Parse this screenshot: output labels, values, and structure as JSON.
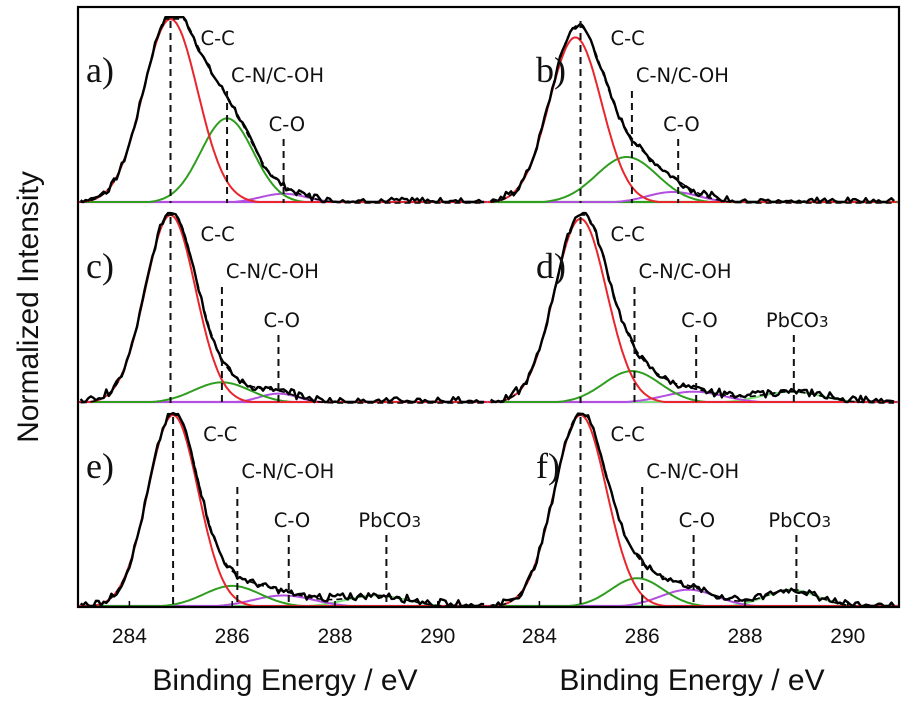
{
  "figure": {
    "y_axis_title": "Normalized Intensity",
    "x_axis_title": "Binding Energy / eV",
    "colors": {
      "raw": "#000000",
      "C-C": "#e8262b",
      "C-N/C-OH": "#2f9e1f",
      "C-O": "#b34fe0",
      "PbCO3": "#7ee07a",
      "baseline": "#b34fe0",
      "frame": "#000000"
    }
  },
  "chart_data": [
    {
      "panel": "a)",
      "type": "line",
      "xlabel": "Binding Energy / eV",
      "ylabel": "Normalized Intensity",
      "xlim": [
        283,
        291
      ],
      "xticks": [
        284,
        286,
        288,
        290
      ],
      "grid": false,
      "peaks": [
        {
          "name": "C-C",
          "center": 284.8,
          "height": 1.0,
          "fwhm": 1.25
        },
        {
          "name": "C-N/C-OH",
          "center": 285.9,
          "height": 0.46,
          "fwhm": 1.2
        },
        {
          "name": "C-O",
          "center": 287.0,
          "height": 0.05,
          "fwhm": 1.1
        }
      ],
      "markers": [
        {
          "label": "C-C",
          "x": 284.8
        },
        {
          "label": "C-N/C-OH",
          "x": 285.9
        },
        {
          "label": "C-O",
          "x": 287.0
        }
      ]
    },
    {
      "panel": "b)",
      "type": "line",
      "xlabel": "Binding Energy / eV",
      "ylabel": "Normalized Intensity",
      "xlim": [
        283,
        291
      ],
      "xticks": [
        284,
        286,
        288,
        290
      ],
      "grid": false,
      "peaks": [
        {
          "name": "C-C",
          "center": 284.7,
          "height": 0.9,
          "fwhm": 1.2
        },
        {
          "name": "C-N/C-OH",
          "center": 285.7,
          "height": 0.25,
          "fwhm": 1.4
        },
        {
          "name": "C-O",
          "center": 286.6,
          "height": 0.06,
          "fwhm": 1.2
        }
      ],
      "markers": [
        {
          "label": "C-C",
          "x": 284.8
        },
        {
          "label": "C-N/C-OH",
          "x": 285.8
        },
        {
          "label": "C-O",
          "x": 286.7
        }
      ]
    },
    {
      "panel": "c)",
      "type": "line",
      "xlabel": "Binding Energy / eV",
      "ylabel": "Normalized Intensity",
      "xlim": [
        283,
        291
      ],
      "xticks": [
        284,
        286,
        288,
        290
      ],
      "grid": false,
      "peaks": [
        {
          "name": "C-C",
          "center": 284.8,
          "height": 1.0,
          "fwhm": 1.15
        },
        {
          "name": "C-N/C-OH",
          "center": 285.8,
          "height": 0.11,
          "fwhm": 1.3
        },
        {
          "name": "C-O",
          "center": 286.9,
          "height": 0.05,
          "fwhm": 0.9
        }
      ],
      "markers": [
        {
          "label": "C-C",
          "x": 284.8
        },
        {
          "label": "C-N/C-OH",
          "x": 285.8
        },
        {
          "label": "C-O",
          "x": 286.9
        }
      ]
    },
    {
      "panel": "d)",
      "type": "line",
      "xlabel": "Binding Energy / eV",
      "ylabel": "Normalized Intensity",
      "xlim": [
        283,
        291
      ],
      "xticks": [
        284,
        286,
        288,
        290
      ],
      "grid": false,
      "peaks": [
        {
          "name": "C-C",
          "center": 284.8,
          "height": 0.98,
          "fwhm": 1.2
        },
        {
          "name": "C-N/C-OH",
          "center": 285.8,
          "height": 0.17,
          "fwhm": 1.3
        },
        {
          "name": "C-O",
          "center": 287.0,
          "height": 0.06,
          "fwhm": 1.4
        },
        {
          "name": "PbCO3",
          "center": 288.9,
          "height": 0.06,
          "fwhm": 1.4
        }
      ],
      "markers": [
        {
          "label": "C-C",
          "x": 284.8
        },
        {
          "label": "C-N/C-OH",
          "x": 285.85
        },
        {
          "label": "C-O",
          "x": 287.05
        },
        {
          "label": "PbCO3",
          "x": 288.95
        }
      ]
    },
    {
      "panel": "e)",
      "type": "line",
      "xlabel": "Binding Energy / eV",
      "ylabel": "Normalized Intensity",
      "xlim": [
        283,
        291
      ],
      "xticks": [
        284,
        286,
        288,
        290
      ],
      "grid": false,
      "peaks": [
        {
          "name": "C-C",
          "center": 284.85,
          "height": 1.0,
          "fwhm": 1.15
        },
        {
          "name": "C-N/C-OH",
          "center": 286.0,
          "height": 0.11,
          "fwhm": 1.3
        },
        {
          "name": "C-O",
          "center": 287.0,
          "height": 0.06,
          "fwhm": 1.4
        },
        {
          "name": "PbCO3",
          "center": 288.8,
          "height": 0.06,
          "fwhm": 1.4
        }
      ],
      "markers": [
        {
          "label": "C-C",
          "x": 284.85
        },
        {
          "label": "C-N/C-OH",
          "x": 286.1
        },
        {
          "label": "C-O",
          "x": 287.1
        },
        {
          "label": "PbCO3",
          "x": 289.0
        }
      ]
    },
    {
      "panel": "f)",
      "type": "line",
      "xlabel": "Binding Energy / eV",
      "ylabel": "Normalized Intensity",
      "xlim": [
        283,
        291
      ],
      "xticks": [
        284,
        286,
        288,
        290
      ],
      "grid": false,
      "peaks": [
        {
          "name": "C-C",
          "center": 284.8,
          "height": 1.0,
          "fwhm": 1.2
        },
        {
          "name": "C-N/C-OH",
          "center": 285.9,
          "height": 0.15,
          "fwhm": 1.2
        },
        {
          "name": "C-O",
          "center": 286.9,
          "height": 0.09,
          "fwhm": 1.3
        },
        {
          "name": "PbCO3",
          "center": 288.9,
          "height": 0.09,
          "fwhm": 1.2
        }
      ],
      "markers": [
        {
          "label": "C-C",
          "x": 284.8
        },
        {
          "label": "C-N/C-OH",
          "x": 286.0
        },
        {
          "label": "C-O",
          "x": 287.0
        },
        {
          "label": "PbCO3",
          "x": 289.0
        }
      ]
    }
  ]
}
